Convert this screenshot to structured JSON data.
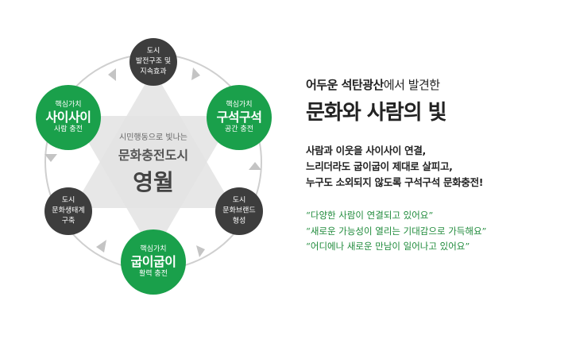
{
  "colors": {
    "green": "#1aa04b",
    "dark": "#3d3d3d",
    "triangle": "#e3e3e3",
    "arrow": "#cfcfcf",
    "quote": "#1e8a3a"
  },
  "nodes": {
    "top": {
      "lines": [
        "도시",
        "발전구조 및",
        "지속효과"
      ]
    },
    "upper_left": {
      "label": "핵심가치",
      "title": "사이사이",
      "sub": "사람 충전"
    },
    "upper_right": {
      "label": "핵심가치",
      "title": "구석구석",
      "sub": "공간 충전"
    },
    "lower_left": {
      "lines": [
        "도시",
        "문화생태계",
        "구축"
      ]
    },
    "lower_right": {
      "lines": [
        "도시",
        "문화브랜드",
        "형성"
      ]
    },
    "bottom": {
      "label": "핵심가치",
      "title": "굽이굽이",
      "sub": "활력 충전"
    }
  },
  "center": {
    "sub": "시민행동으로 빛나는",
    "mid": "문화충전도시",
    "big": "영월"
  },
  "heading": {
    "sub_bold": "어두운 석탄광산",
    "sub_rest": "에서 발견한",
    "main": "문화와 사람의 빛"
  },
  "body": [
    "사람과 이웃을 사이사이 연결,",
    "느리더라도 굽이굽이 제대로 살피고,",
    "누구도 소외되지 않도록 구석구석 문화충전!"
  ],
  "quotes": [
    "“다양한 사람이 연결되고 있어요”",
    "“새로운 가능성이 열리는 기대감으로 가득해요”",
    "“어디에나 새로운 만남이 일어나고 있어요”"
  ]
}
